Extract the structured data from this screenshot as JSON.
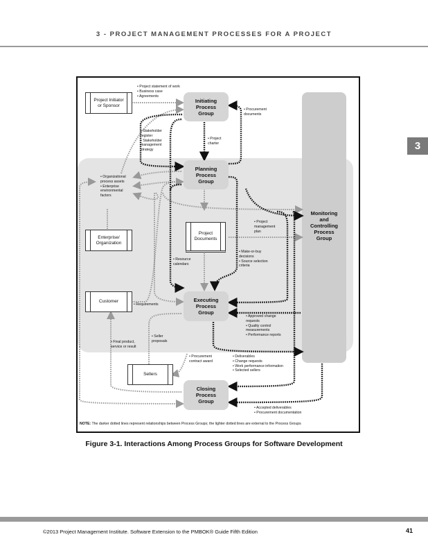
{
  "header": {
    "title": "3 - PROJECT MANAGEMENT PROCESSES FOR A PROJECT",
    "chapter_tab": "3"
  },
  "diagram": {
    "process_groups": {
      "initiating": "Initiating\nProcess\nGroup",
      "planning": "Planning\nProcess\nGroup",
      "executing": "Executing\nProcess\nGroup",
      "closing": "Closing\nProcess\nGroup",
      "monitoring": "Monitoring\nand\nControlling\nProcess\nGroup"
    },
    "entities": {
      "initiator": "Project Initiator\nor Sponsor",
      "enterprise": "Enterprise/\nOrganization",
      "customer": "Customer",
      "sellers": "Sellers",
      "project_documents": "Project\nDocuments"
    },
    "labels": {
      "initiator_inputs": "• Project statement of work\n• Business case\n• Agreements",
      "procurement_documents": "• Procurement\n  documents",
      "stakeholder": "• Stakeholder\n  register\n• Stakeholder\n  management\n  strategy",
      "project_charter": "• Project\n  charter",
      "org_assets": "• Organizational\n  process assets\n• Enterprise\n  environmental\n  factors",
      "pm_plan": "• Project\n  management\n  plan",
      "make_or_buy": "• Make-or-buy\n  decisions\n• Source selection\n  criteria",
      "resource_calendars": "• Resource\n  calendars",
      "requirements": "• Requirements",
      "approved_changes": "• Approved change\n  requests\n• Quality control\n  measurements\n• Performance reports",
      "seller_proposals": "• Seller\n  proposals",
      "final_product": "• Final product,\n  service or result",
      "procurement_award": "• Procurement\n  contract award",
      "deliverables": "• Deliverables\n• Change requests\n• Work performance information\n• Selected sellers",
      "accepted": "• Accepted deliverables\n• Procurement documentation"
    },
    "note_bold": "NOTE:",
    "note": " The darker dotted lines represent relationships between Process Groups; the lighter dotted lines are external to the Process Groups",
    "colors": {
      "dark_line": "#111111",
      "light_line": "#9a9a9a",
      "group_fill": "#d5d5d5",
      "region_fill": "#e4e4e4",
      "monitor_fill": "#cdcdcd"
    }
  },
  "caption": "Figure 3-1. Interactions Among Process Groups for Software Development",
  "footer": {
    "text": "©2013 Project Management Institute. Software Extension to the PMBOK® Guide Fifth Edition",
    "page": "41"
  }
}
